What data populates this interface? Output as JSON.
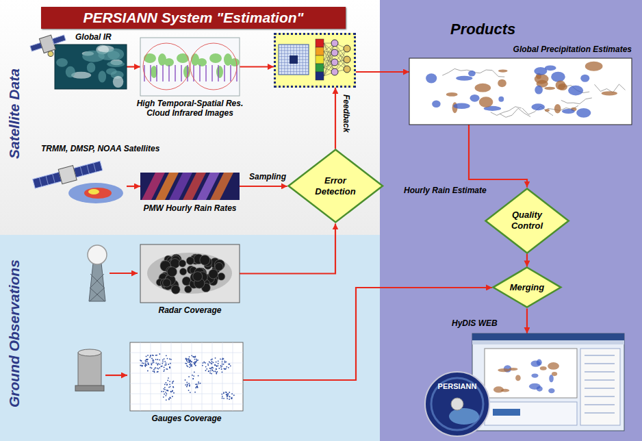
{
  "diagram": {
    "title": "PERSIANN System \"Estimation\"",
    "nodes": [
      {
        "text": [
          "Satellite Data"
        ]
      },
      {
        "text": [
          "Ground Observations"
        ]
      },
      {
        "text": [
          "Products"
        ]
      },
      {
        "text": [
          "Global IR"
        ],
        "in": 0
      },
      {
        "text": [
          "High Temporal-Spatial Res. Cloud Infrared Images"
        ],
        "in": 0
      },
      {
        "in": 0
      },
      {
        "text": [
          "TRMM, DMSP, NOAA Satellites"
        ],
        "in": 0
      },
      {
        "text": [
          "PMW Hourly Rain Rates"
        ],
        "in": 0
      },
      {
        "text": [
          "Error Detection"
        ],
        "in": 0
      },
      {
        "text": [
          "Radar Coverage"
        ],
        "in": 1
      },
      {
        "text": [
          "Gauges Coverage"
        ],
        "in": 1
      },
      {
        "text": [
          "Global Precipitation Estimates"
        ],
        "in": 2
      },
      {
        "text": [
          "Quality Control"
        ],
        "in": 2
      },
      {
        "text": [
          "Merging"
        ],
        "in": 2
      },
      {
        "text": [
          "HyDIS WEB"
        ],
        "in": 2
      }
    ],
    "edges": [
      {
        "from": 3,
        "to": 4,
        "arrow": "to"
      },
      {
        "from": 4,
        "to": 5,
        "arrow": "to"
      },
      {
        "from": 5,
        "to": 11,
        "arrow": "to"
      },
      {
        "from": 8,
        "to": 5,
        "label": "Feedback",
        "arrow": "to"
      },
      {
        "from": 6,
        "to": 7,
        "arrow": "to"
      },
      {
        "from": 7,
        "to": 8,
        "label": "Sampling",
        "arrow": "to"
      },
      {
        "from": 9,
        "to": 8,
        "arrow": "to"
      },
      {
        "from": 11,
        "to": 12,
        "label": "Hourly Rain Estimate",
        "arrow": "to"
      },
      {
        "from": 12,
        "to": 13,
        "arrow": "to"
      },
      {
        "from": 10,
        "to": 13,
        "arrow": "to"
      },
      {
        "from": 13,
        "to": 14,
        "arrow": "to"
      }
    ],
    "labels": [
      "PERSIANN"
    ]
  }
}
